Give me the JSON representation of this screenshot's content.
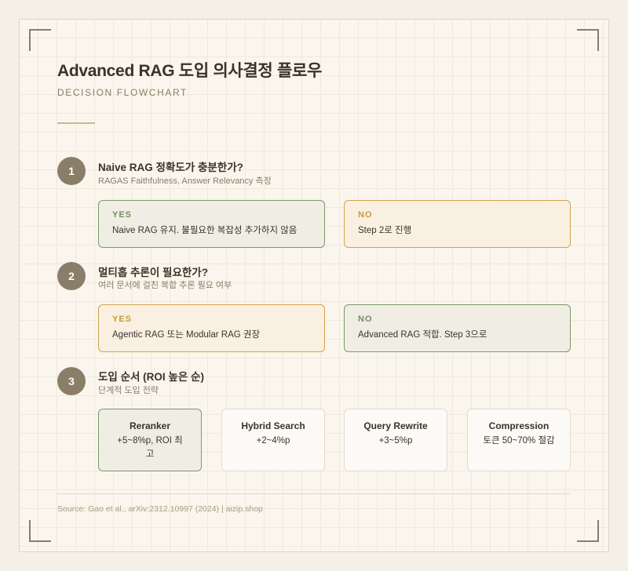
{
  "header": {
    "title": "Advanced RAG 도입 의사결정 플로우",
    "subtitle": "DECISION FLOWCHART"
  },
  "steps": [
    {
      "number": "1",
      "title": "Naive RAG 정확도가 충분한가?",
      "desc": "RAGAS Faithfulness, Answer Relevancy 측정",
      "yes": {
        "label": "YES",
        "text": "Naive RAG 유지. 불필요한 복잡성 추가하지 않음"
      },
      "no": {
        "label": "NO",
        "text": "Step 2로 진행"
      }
    },
    {
      "number": "2",
      "title": "멀티홉 추론이 필요한가?",
      "desc": "여러 문서에 걸친 복합 추론 필요 여부",
      "yes": {
        "label": "YES",
        "text": "Agentic RAG 또는 Modular RAG 권장"
      },
      "no": {
        "label": "NO",
        "text": "Advanced RAG 적합. Step 3으로"
      }
    },
    {
      "number": "3",
      "title": "도입 순서 (ROI 높은 순)",
      "desc": "단계적 도입 전략",
      "options": [
        {
          "title": "Reranker",
          "desc": "+5~8%p, ROI 최고"
        },
        {
          "title": "Hybrid Search",
          "desc": "+2~4%p"
        },
        {
          "title": "Query Rewrite",
          "desc": "+3~5%p"
        },
        {
          "title": "Compression",
          "desc": "토큰 50~70% 절감"
        }
      ]
    }
  ],
  "footer": {
    "source": "Source: Gao et al., arXiv:2312.10997 (2024) | aizip.shop"
  },
  "colors": {
    "yes": "#6f9259",
    "no": "#c99a3a",
    "step": "#8b7e69"
  }
}
